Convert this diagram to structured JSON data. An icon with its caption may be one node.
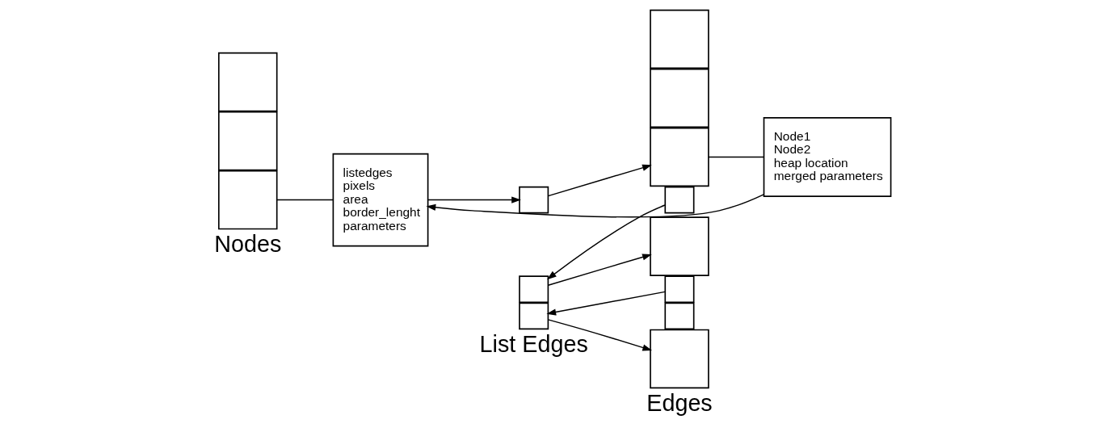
{
  "diagram": {
    "nodes": [
      {
        "text": [],
        "shape": "box"
      },
      {
        "text": [],
        "shape": "box"
      },
      {
        "text": [],
        "shape": "box"
      },
      {
        "text": [
          "listedges",
          "pixels",
          "area",
          "border_lenght",
          "parameters"
        ]
      },
      {
        "text": [],
        "shape": "box"
      },
      {
        "text": [],
        "shape": "box"
      },
      {
        "text": [],
        "shape": "box"
      },
      {
        "text": [],
        "shape": "box"
      },
      {
        "text": [],
        "shape": "box"
      },
      {
        "text": [],
        "shape": "box"
      },
      {
        "text": [],
        "shape": "box"
      },
      {
        "text": [],
        "shape": "box"
      },
      {
        "text": [],
        "shape": "box"
      },
      {
        "text": [],
        "shape": "box"
      },
      {
        "text": [],
        "shape": "box"
      },
      {
        "text": [
          "Node1",
          "Node2",
          "heap location",
          "merged parameters"
        ]
      }
    ],
    "edges": [
      {
        "from": 0,
        "to": 3,
        "arrow": "none"
      },
      {
        "from": 3,
        "to": 4,
        "arrow": "to"
      },
      {
        "from": 4,
        "to": 10,
        "arrow": "to"
      },
      {
        "from": 5,
        "to": 6,
        "arrow": "to"
      },
      {
        "from": 6,
        "to": 11,
        "arrow": "to"
      },
      {
        "from": 7,
        "to": 8,
        "arrow": "to"
      },
      {
        "from": 8,
        "to": 13,
        "arrow": "to"
      },
      {
        "from": 10,
        "to": 15,
        "arrow": "none"
      },
      {
        "from": 15,
        "to": 3,
        "arrow": "to"
      }
    ],
    "labels": [
      "Nodes",
      "List Edges",
      "Edges"
    ]
  }
}
